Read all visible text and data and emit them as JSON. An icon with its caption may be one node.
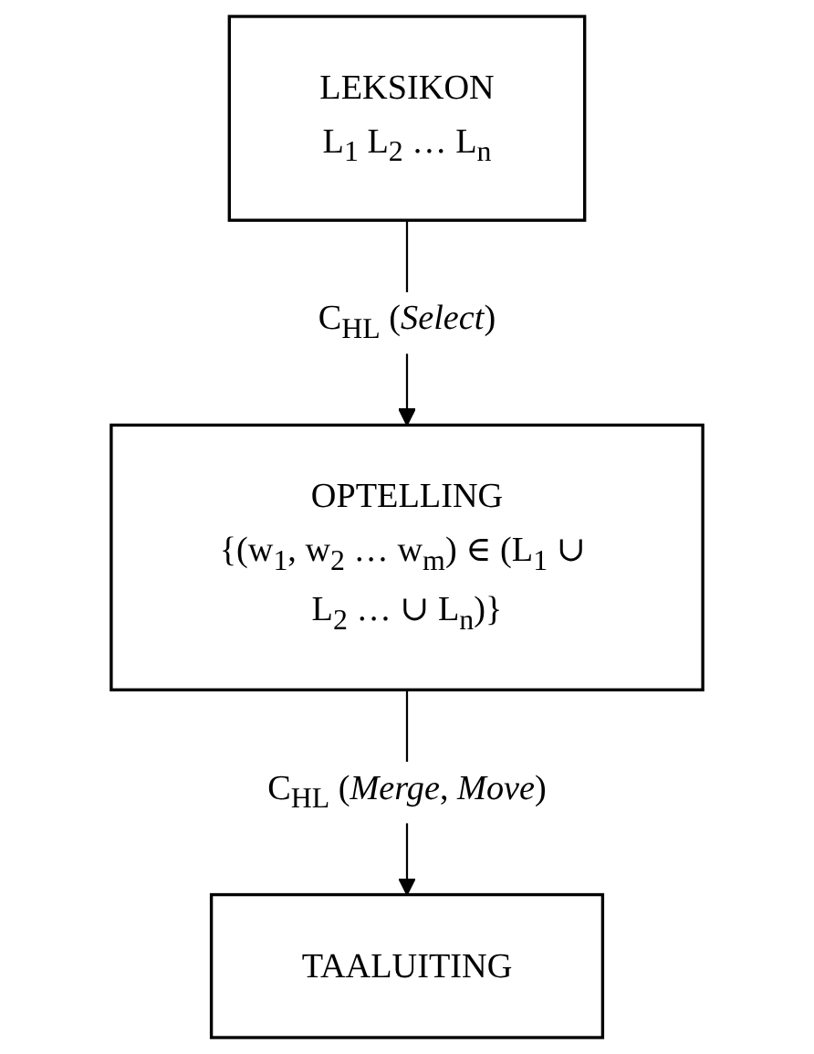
{
  "diagram": {
    "nodes": [
      {
        "text": [
          "LEKSIKON",
          "L$_{1}$ L$_{2}$ … L$_{n}$"
        ]
      },
      {
        "text": [
          "OPTELLING",
          "{(w$_{1}$, w$_{2}$ … w$_{m}$) ∈ (L$_{1}$ ∪ L$_{2}$ … ∪ L$_{n}$)}"
        ]
      },
      {
        "text": [
          "TAALUITING"
        ]
      }
    ],
    "edges": [
      {
        "from": 0,
        "to": 1,
        "arrow": "to",
        "label": "C$_{HL}$ (*Select*)"
      },
      {
        "from": 1,
        "to": 2,
        "arrow": "to",
        "label": "C$_{HL}$ (*Merge*, *Move*)"
      }
    ]
  }
}
